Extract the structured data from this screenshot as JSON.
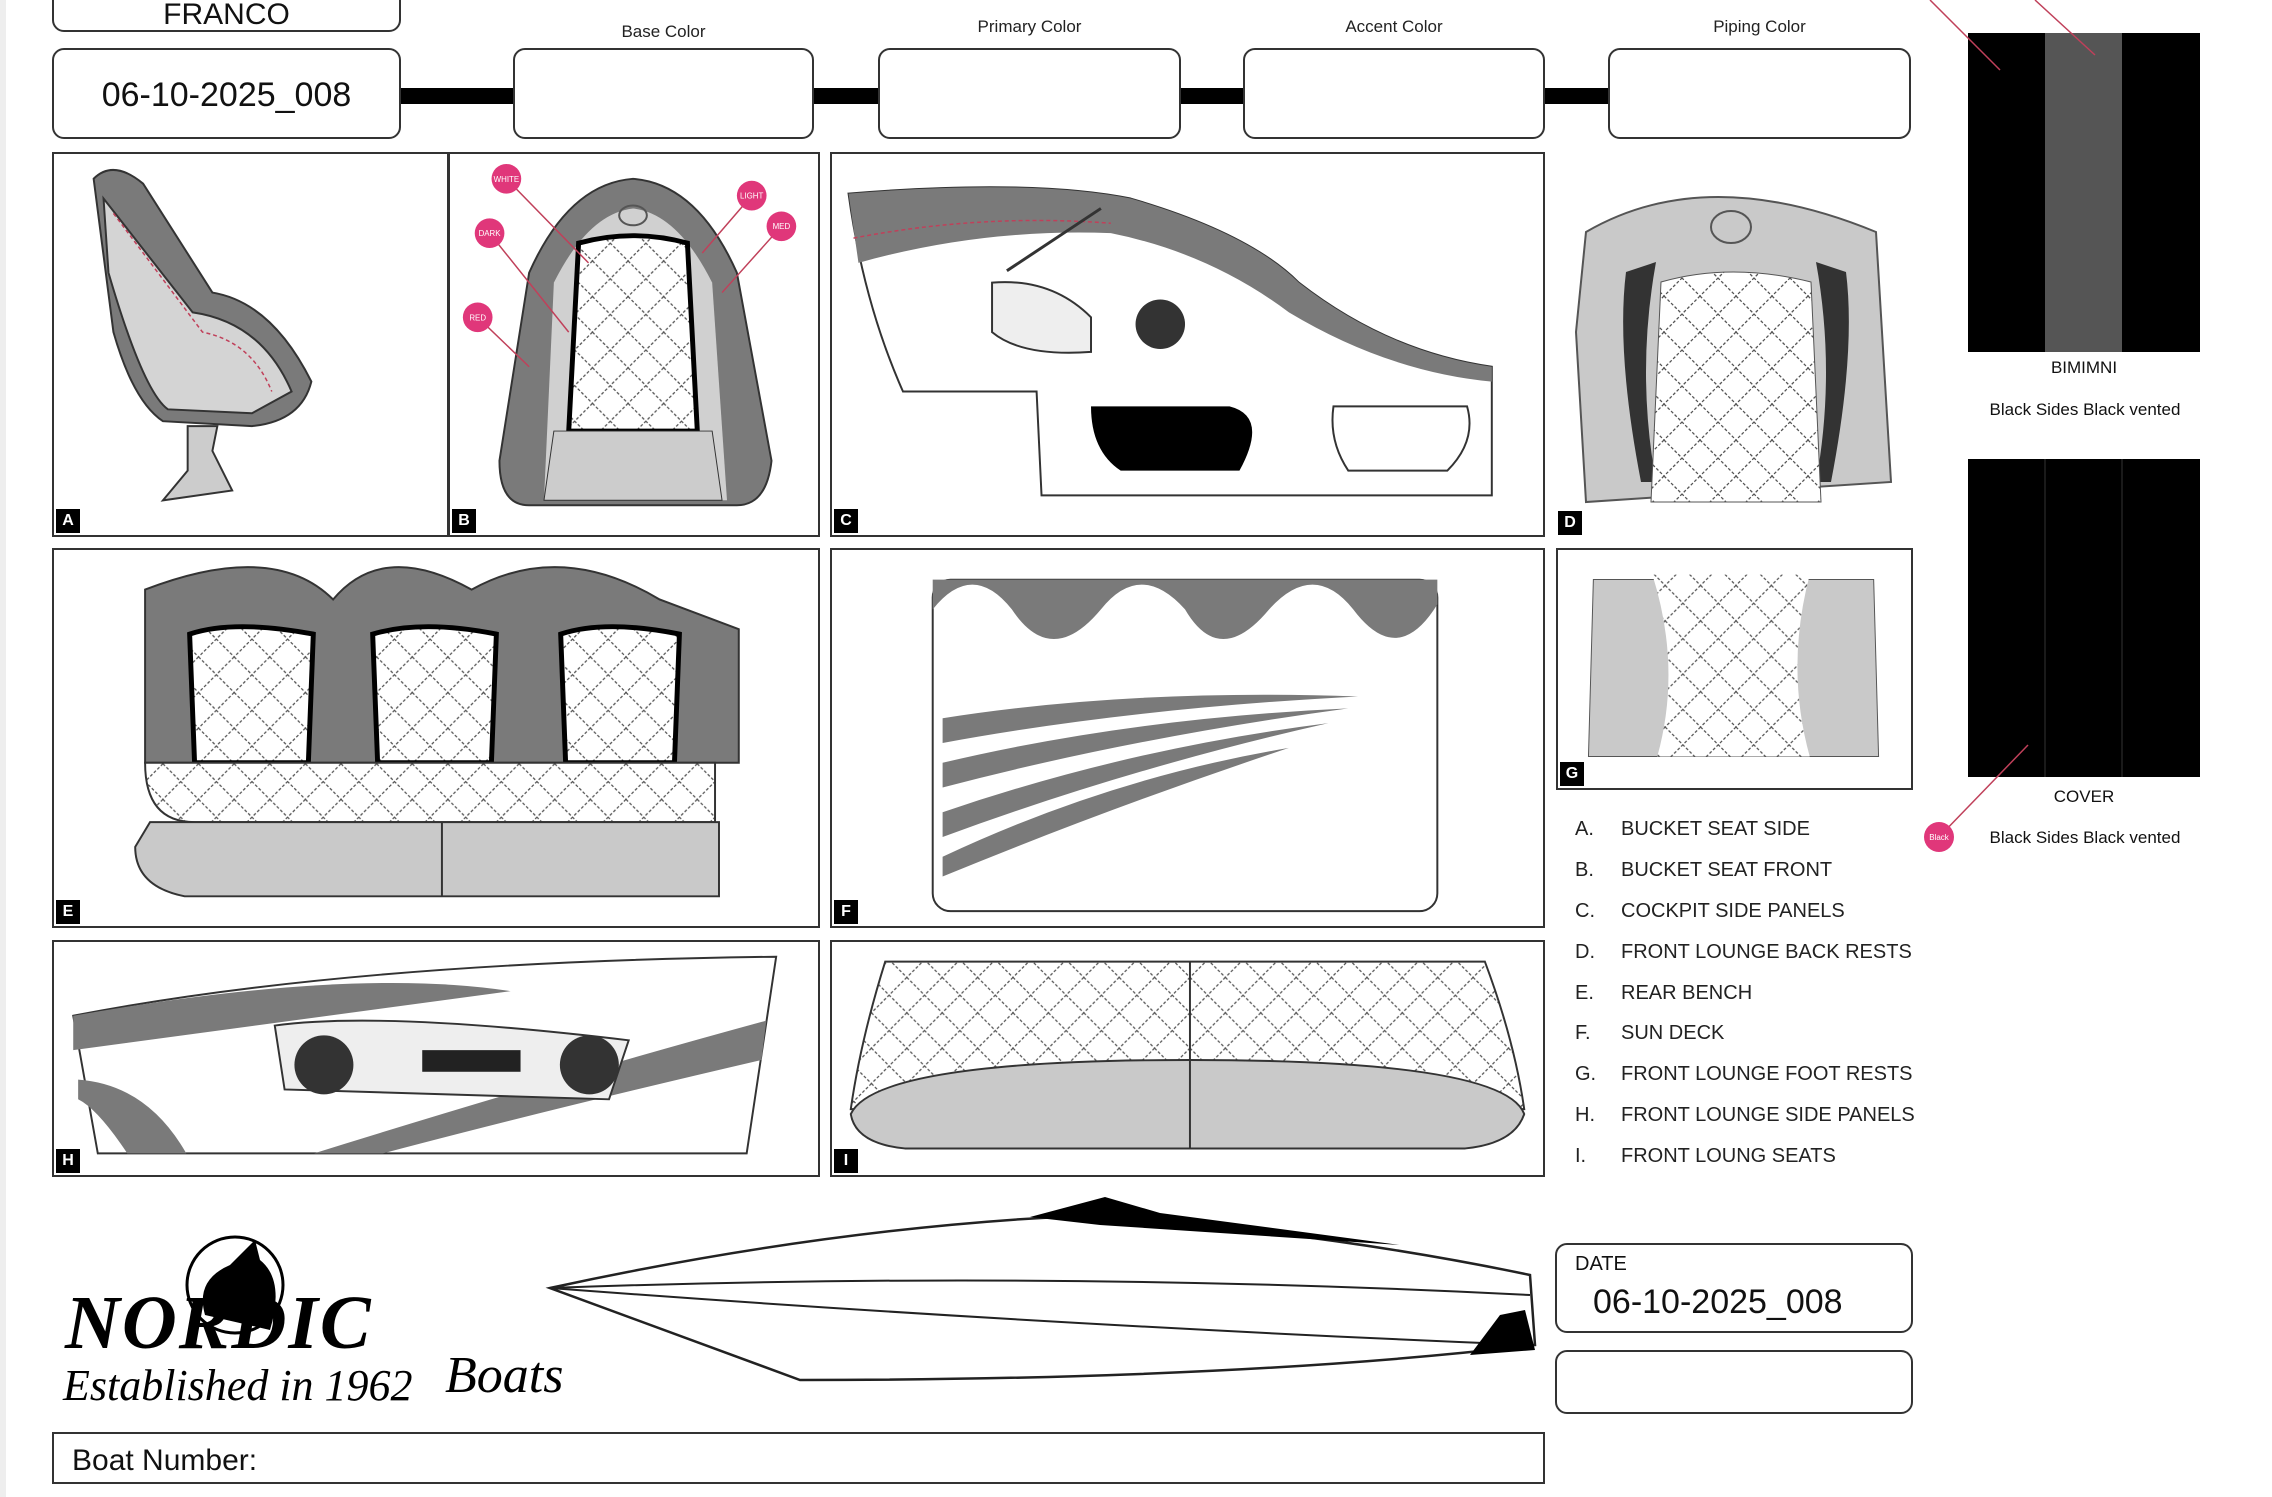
{
  "header": {
    "customer_name": "FRANCO",
    "order_number": "06-10-2025_008",
    "color_labels": [
      "Base Color",
      "Primary Color",
      "Accent Color",
      "Piping Color"
    ]
  },
  "panels": [
    {
      "letter": "A"
    },
    {
      "letter": "B"
    },
    {
      "letter": "C"
    },
    {
      "letter": "D"
    },
    {
      "letter": "E"
    },
    {
      "letter": "F"
    },
    {
      "letter": "G"
    },
    {
      "letter": "H"
    },
    {
      "letter": "I"
    }
  ],
  "callouts": [
    "WHITE",
    "DARK",
    "RED",
    "LIGHT",
    "MED",
    "Black"
  ],
  "legend": [
    {
      "letter": "A.",
      "label": "BUCKET SEAT SIDE"
    },
    {
      "letter": "B.",
      "label": "BUCKET SEAT FRONT"
    },
    {
      "letter": "C.",
      "label": "COCKPIT SIDE PANELS"
    },
    {
      "letter": "D.",
      "label": "FRONT LOUNGE BACK RESTS"
    },
    {
      "letter": "E.",
      "label": "REAR BENCH"
    },
    {
      "letter": "F.",
      "label": "SUN DECK"
    },
    {
      "letter": "G.",
      "label": "FRONT LOUNGE FOOT RESTS"
    },
    {
      "letter": "H.",
      "label": "FRONT LOUNGE SIDE PANELS"
    },
    {
      "letter": "I.",
      "label": "FRONT LOUNG SEATS"
    }
  ],
  "bimini": {
    "title": "BIMIMNI",
    "description": "Black Sides Black vented"
  },
  "cover": {
    "title": "COVER",
    "description": "Black Sides Black vented"
  },
  "date_box": {
    "label": "DATE",
    "value": "06-10-2025_008"
  },
  "logo": {
    "brand": "NORDIC",
    "tagline": "Established in 1962",
    "suffix": "Boats"
  },
  "boat_number": {
    "label": "Boat Number:"
  },
  "colors": {
    "pink": "#e0377a",
    "dark_gray": "#7a7a7a",
    "light_gray": "#c8c8c8",
    "piping": "#c0405a"
  }
}
